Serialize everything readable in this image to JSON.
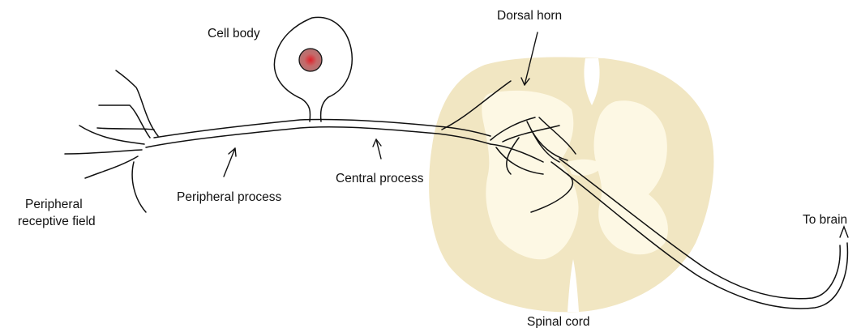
{
  "labels": {
    "cell_body": "Cell body",
    "dorsal_horn": "Dorsal horn",
    "peripheral_receptive_field_line1": "Peripheral",
    "peripheral_receptive_field_line2": "receptive field",
    "peripheral_process": "Peripheral process",
    "central_process": "Central process",
    "to_brain": "To brain",
    "spinal_cord": "Spinal cord"
  },
  "colors": {
    "spinal_cord_fill": "#f1e6c2",
    "grey_matter_fill": "#fdf8e4",
    "nucleus_fill": "#b56a6a",
    "nucleus_center": "#e0202a",
    "line": "#111111"
  }
}
